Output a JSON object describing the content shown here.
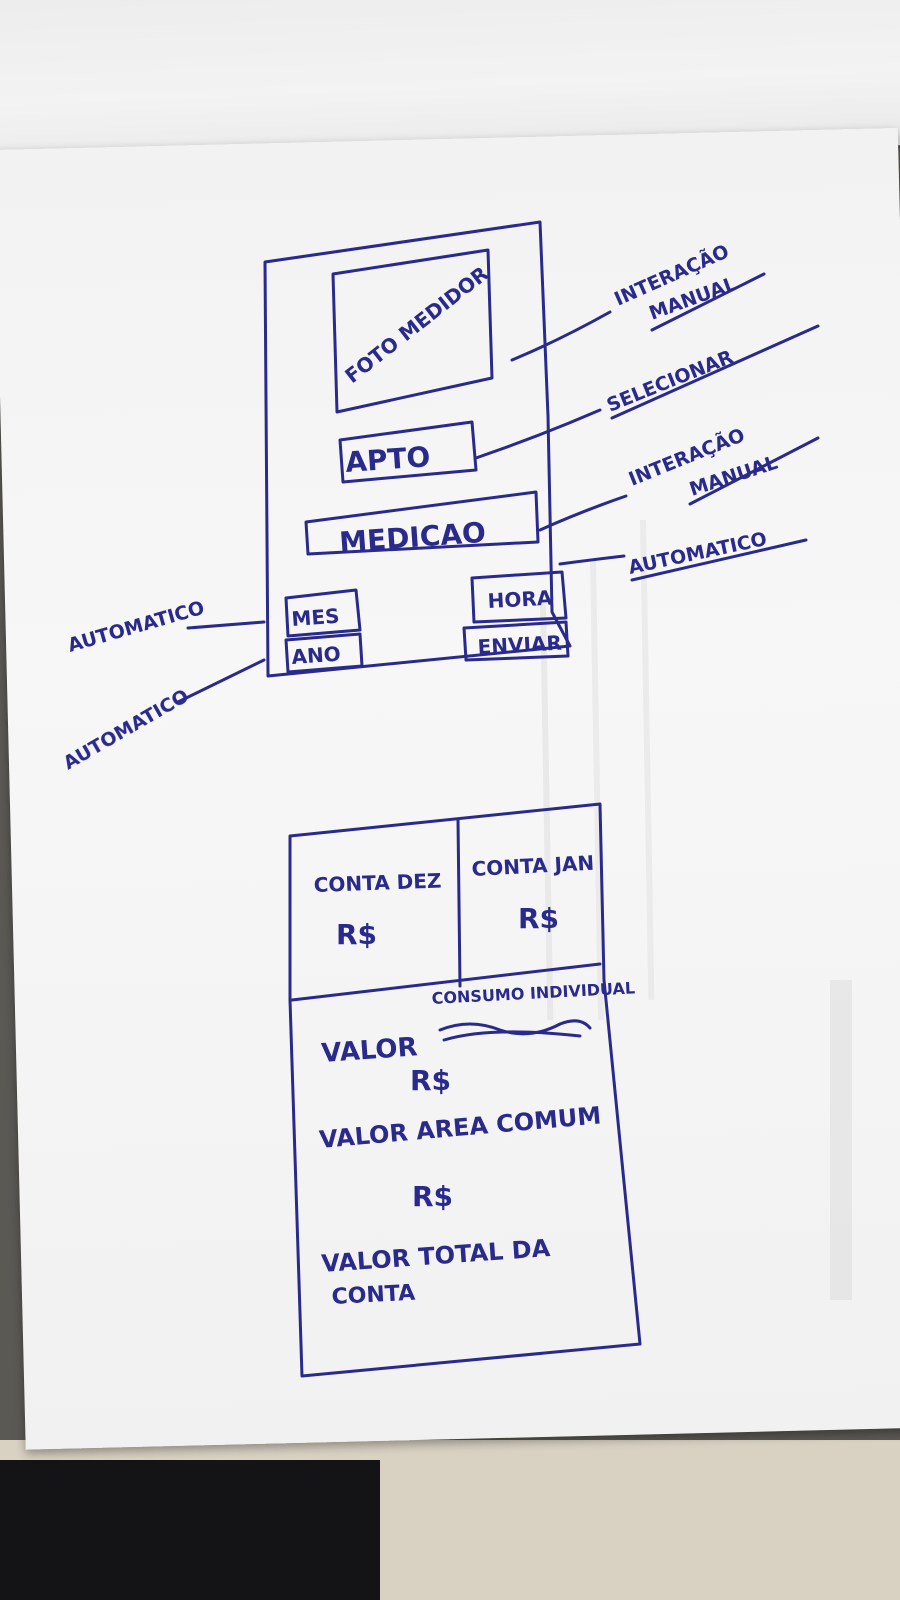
{
  "mockup": {
    "photo": "FOTO MEDIDOR",
    "apt": "APTO",
    "measurement": "MEDICAO",
    "hour": "HORA",
    "month": "MES",
    "year": "ANO",
    "send": "ENVIAR"
  },
  "annotations": {
    "photo": [
      "INTERAÇÃO",
      "MANUAL"
    ],
    "apt": "SELECIONAR",
    "measurement": [
      "INTERAÇÃO",
      "MANUAL"
    ],
    "hour": "AUTOMATICO",
    "month": "AUTOMATICO",
    "year": "AUTOMATICO"
  },
  "bill": {
    "conta_dez": "CONTA DEZ",
    "conta_dez_value": "R$",
    "conta_jan": "CONTA JAN",
    "conta_jan_value": "R$",
    "consumo": "CONSUMO INDIVIDUAL",
    "valor": "VALOR",
    "valor_value": "R$",
    "area_comum": "VALOR AREA COMUM",
    "area_comum_value": "R$",
    "total_line1": "VALOR TOTAL DA",
    "total_line2": "CONTA"
  },
  "colors": {
    "ink": "#2a2a8c",
    "paper": "#f5f5f5"
  }
}
